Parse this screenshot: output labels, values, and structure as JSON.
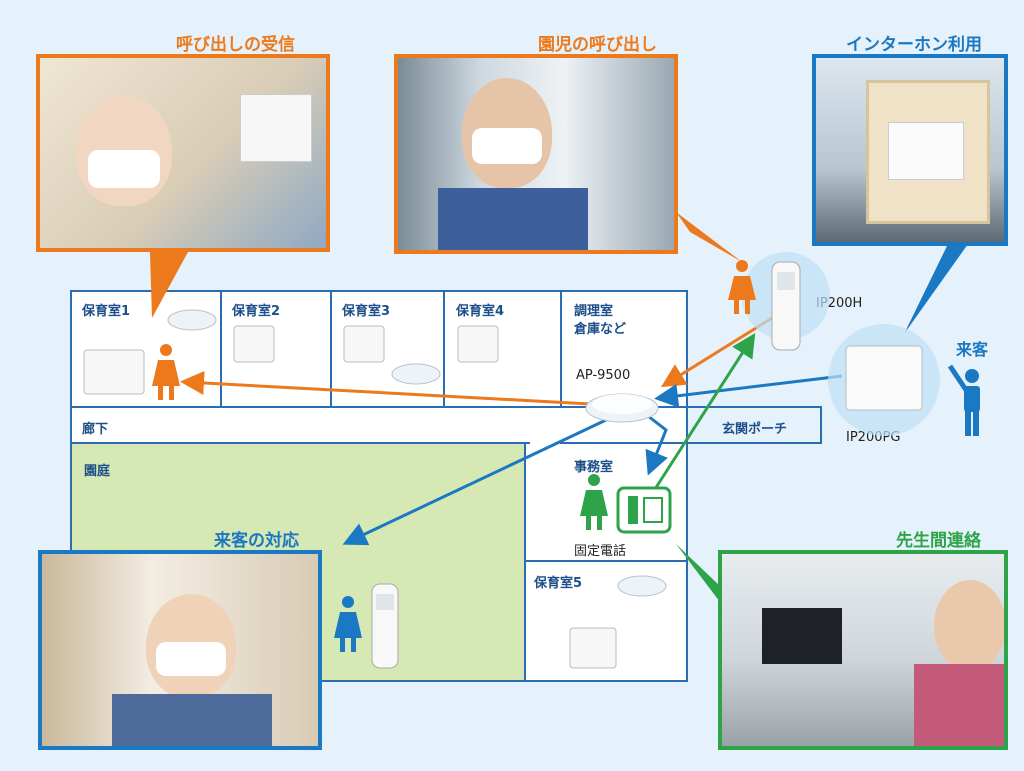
{
  "titles": {
    "receive_call": "呼び出しの受信",
    "child_call": "園児の呼び出し",
    "intercom_use": "インターホン利用",
    "visitor_response": "来客の対応",
    "teacher_contact": "先生間連絡"
  },
  "rooms": {
    "room1": "保育室1",
    "room2": "保育室2",
    "room3": "保育室3",
    "room4": "保育室4",
    "kitchen_line1": "調理室",
    "kitchen_line2": "倉庫など",
    "corridor": "廊下",
    "entrance": "玄関ポーチ",
    "garden": "園庭",
    "office": "事務室",
    "room5": "保育室5"
  },
  "devices": {
    "ap": "AP-9500",
    "handset": "IP200H",
    "intercom": "IP200PG",
    "fixed_phone": "固定電話"
  },
  "labels": {
    "visitor": "来客"
  },
  "colors": {
    "orange": "#ec7a1c",
    "blue": "#1b78c2",
    "green": "#2fa34a",
    "plan_border": "#2a6db5",
    "garden_fill": "#d6e8b3"
  }
}
